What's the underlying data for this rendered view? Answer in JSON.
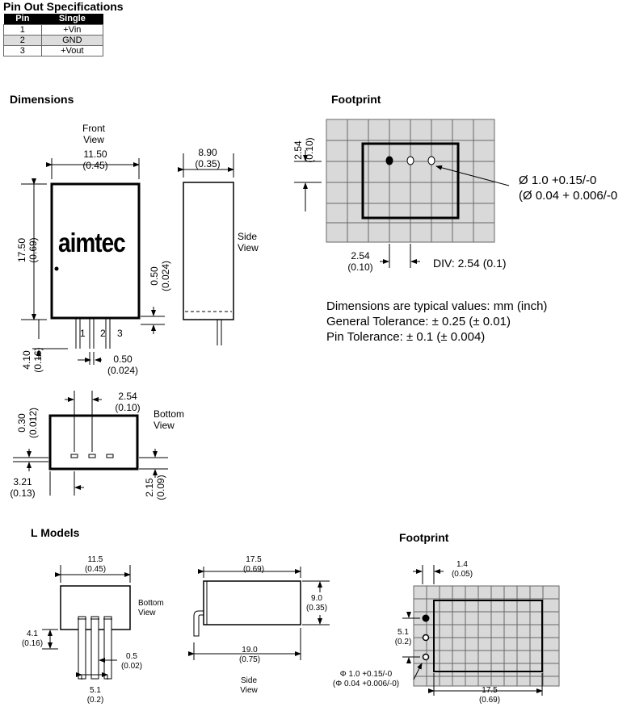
{
  "pinout": {
    "title": "Pin Out Specifications",
    "headers": [
      "Pin",
      "Single"
    ],
    "rows": [
      [
        "1",
        "+Vin"
      ],
      [
        "2",
        "GND"
      ],
      [
        "3",
        "+Vout"
      ]
    ]
  },
  "dimensions": {
    "title": "Dimensions",
    "front_view": "Front\nView",
    "side_view": "Side\nView",
    "bottom_view": "Bottom\nView",
    "brand": "aimtec",
    "width": "11.50\n(0.45)",
    "side_width": "8.90\n(0.35)",
    "height": "17.50\n(0.69)",
    "pin_gap_v": "0.50\n(0.024)",
    "pin_width": "0.50\n(0.024)",
    "pin_len": "4.10\n(0.16)",
    "pins": [
      "1",
      "2",
      "3"
    ],
    "bottom_pitch": "2.54\n(0.10)",
    "bottom_depth": "0.30\n(0.012)",
    "bottom_offset": "3.21\n(0.13)",
    "bottom_height": "2.15\n(0.09)"
  },
  "footprint": {
    "title": "Footprint",
    "pitch_v": "2.54\n(0.10)",
    "pitch_h": "2.54\n(0.10)",
    "hole": "Ø 1.0 +0.15/-0",
    "hole_in": "(Ø 0.04 + 0.006/-0",
    "div": "DIV: 2.54 (0.1)"
  },
  "notes": [
    "Dimensions are typical values: mm (inch)",
    "General Tolerance: ± 0.25 (± 0.01)",
    "Pin Tolerance: ± 0.1 (± 0.004)"
  ],
  "lmodels": {
    "title": "L Models",
    "width": "11.5\n(0.45)",
    "bottom_view": "Bottom\nView",
    "pin_len": "4.1\n(0.16)",
    "pin_w": "0.5\n(0.02)",
    "pitch": "5.1\n(0.2)",
    "length": "17.5\n(0.69)",
    "height": "9.0\n(0.35)",
    "overall": "19.0\n(0.75)",
    "side_view": "Side\nView"
  },
  "footprint2": {
    "title": "Footprint",
    "offset": "1.4\n(0.05)",
    "pitch": "5.1\n(0.2)",
    "hole": "Φ 1.0 +0.15/-0\n(Φ 0.04 +0.006/-0)",
    "length": "17.5\n(0.69)"
  }
}
